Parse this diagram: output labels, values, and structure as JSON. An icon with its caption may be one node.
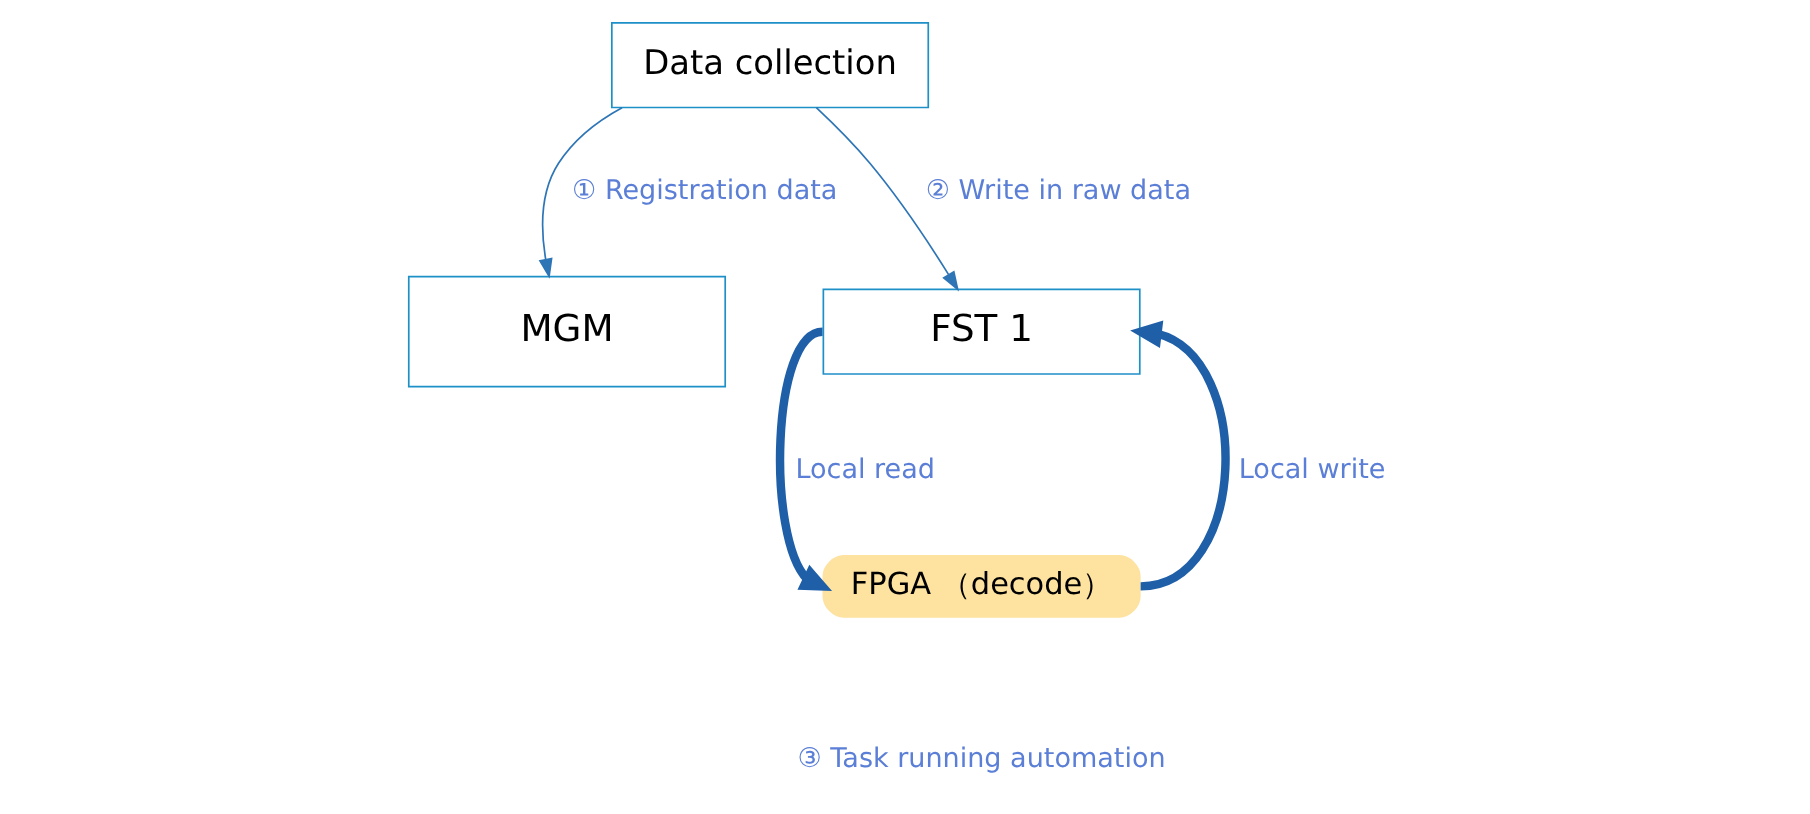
{
  "diagram": {
    "nodes": [
      {
        "text": [
          "Data collection"
        ]
      },
      {
        "text": [
          "MGM"
        ]
      },
      {
        "text": [
          "FST 1"
        ]
      },
      {
        "text": [
          "FPGA （decode）"
        ]
      }
    ],
    "edges": [
      {
        "from": 0,
        "to": 1,
        "arrow": "to",
        "label": "① Registration data"
      },
      {
        "from": 0,
        "to": 2,
        "arrow": "to",
        "label": "② Write in raw data"
      },
      {
        "from": 2,
        "to": 3,
        "arrow": "to",
        "label": "Local read",
        "style": "thick",
        "color": "#1f5fa8"
      },
      {
        "from": 3,
        "to": 2,
        "arrow": "to",
        "label": "Local write",
        "style": "thick",
        "color": "#1f5fa8"
      }
    ],
    "labels": [
      "③ Task running automation"
    ]
  }
}
